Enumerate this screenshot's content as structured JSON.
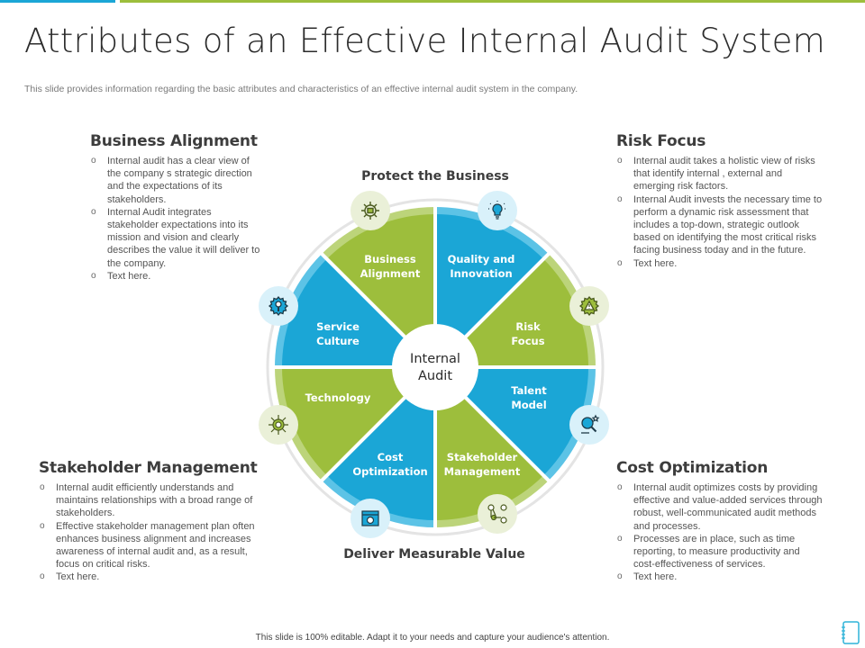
{
  "header": {
    "title": "Attributes of an Effective Internal Audit System",
    "subtitle": "This slide provides information regarding the basic attributes and characteristics of an effective internal audit system in the company."
  },
  "colors": {
    "blue": "#1ba6d6",
    "green": "#9dbe3c",
    "blue_light": "#5cc3e6",
    "green_light": "#bcd47a",
    "ring": "#e2e2e2"
  },
  "wheel": {
    "top_label": "Protect the Business",
    "bottom_label": "Deliver Measurable Value",
    "center_line1": "Internal",
    "center_line2": "Audit",
    "segments": [
      {
        "line1": "Business",
        "line2": "Alignment",
        "color": "green",
        "icon": "gears-circuit-icon"
      },
      {
        "line1": "Quality and",
        "line2": "Innovation",
        "color": "blue",
        "icon": "lightbulb-icon"
      },
      {
        "line1": "Risk",
        "line2": "Focus",
        "color": "green",
        "icon": "gear-warning-icon"
      },
      {
        "line1": "Talent",
        "line2": "Model",
        "color": "blue",
        "icon": "magnifier-person-icon"
      },
      {
        "line1": "Stakeholder",
        "line2": "Management",
        "color": "green",
        "icon": "network-people-icon"
      },
      {
        "line1": "Cost",
        "line2": "Optimization",
        "color": "blue",
        "icon": "calculator-coin-icon"
      },
      {
        "line1": "Technology",
        "line2": "",
        "color": "green",
        "icon": "circuit-chip-icon"
      },
      {
        "line1": "Service",
        "line2": "Culture",
        "color": "blue",
        "icon": "gear-wrench-icon"
      }
    ]
  },
  "blocks": {
    "business_alignment": {
      "heading": "Business Alignment",
      "bullet_glyph": "o",
      "items": [
        "Internal audit has a clear view of the company s strategic direction and the expectations of its stakeholders.",
        "Internal Audit integrates stakeholder expectations into its mission and vision and clearly describes the value it will deliver to the company.",
        "Text here."
      ]
    },
    "risk_focus": {
      "heading": "Risk Focus",
      "bullet_glyph": "o",
      "items": [
        "Internal audit takes a holistic view of risks that identify internal , external and emerging risk factors.",
        "Internal Audit invests the necessary time to perform a dynamic risk assessment that includes a top-down, strategic outlook based on identifying the most critical risks facing business today and in the future.",
        "Text here."
      ]
    },
    "stakeholder_management": {
      "heading": "Stakeholder Management",
      "bullet_glyph": "o",
      "items": [
        "Internal audit efficiently understands and maintains relationships with a broad range of stakeholders.",
        "Effective stakeholder management plan often enhances business alignment and increases awareness of internal audit and, as a result, focus on critical risks.",
        "Text here."
      ]
    },
    "cost_optimization": {
      "heading": "Cost Optimization",
      "bullet_glyph": "o",
      "items": [
        "Internal audit optimizes costs by providing effective and value-added services through robust, well-communicated audit methods and processes.",
        "Processes are in place, such as time reporting, to measure productivity and cost-effectiveness of services.",
        "Text here."
      ]
    }
  },
  "footer": {
    "text": "This slide is 100% editable. Adapt it to your needs and capture your audience's attention."
  }
}
